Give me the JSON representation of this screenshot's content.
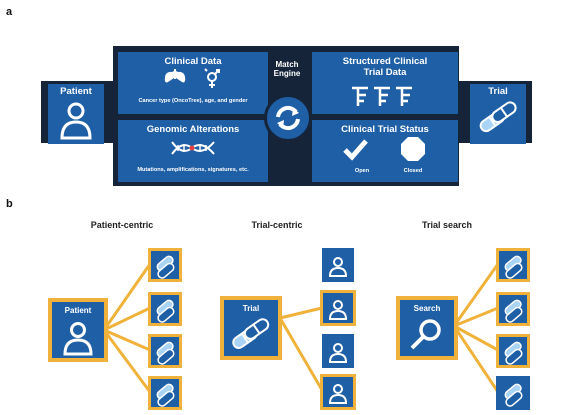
{
  "panel_a": {
    "label": "a",
    "patient": "Patient",
    "trial": "Trial",
    "clinical_data": {
      "title": "Clinical Data",
      "subtitle": "Cancer type (OncoTree), age, and gender"
    },
    "genomic": {
      "title": "Genomic Alterations",
      "subtitle": "Mutations, amplifications, signatures, etc."
    },
    "match_engine": "Match\nEngine",
    "structured": {
      "title": "Structured Clinical\nTrial Data"
    },
    "status": {
      "title": "Clinical Trial Status",
      "open": "Open",
      "closed": "Closed"
    }
  },
  "panel_b": {
    "label": "b",
    "patient_centric": {
      "header": "Patient-centric",
      "tile_label": "Patient"
    },
    "trial_centric": {
      "header": "Trial-centric",
      "tile_label": "Trial"
    },
    "trial_search": {
      "header": "Trial search",
      "tile_label": "Search"
    }
  },
  "colors": {
    "blue": "#1f5fa6",
    "dark": "#16243a",
    "orange": "#f0b23a"
  }
}
